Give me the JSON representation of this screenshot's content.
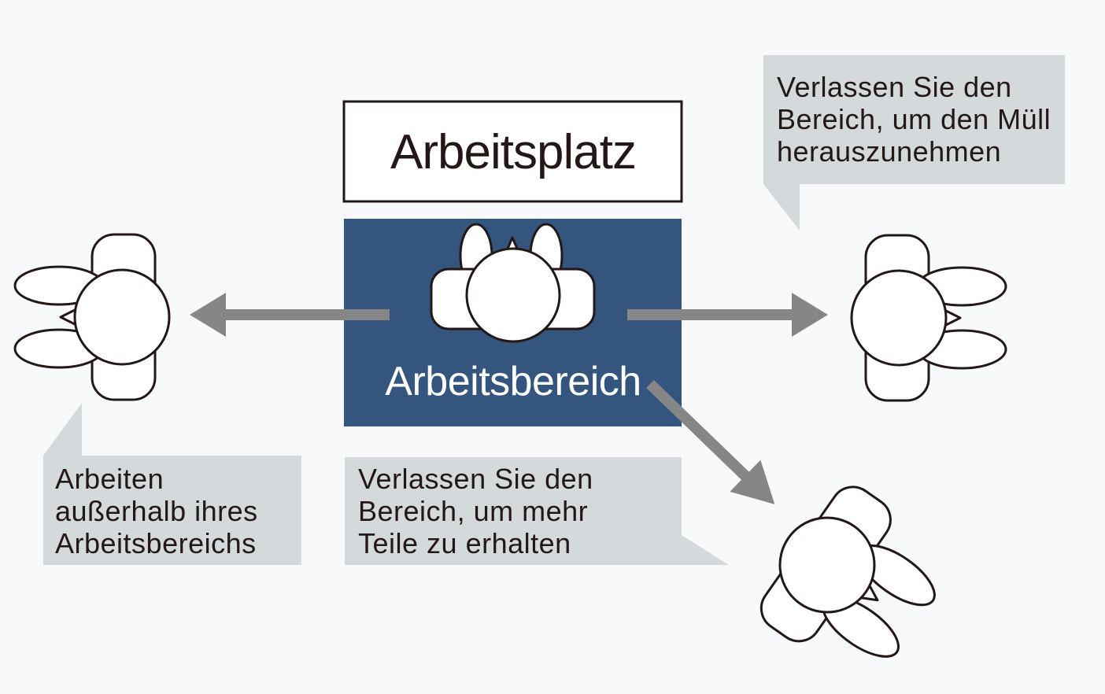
{
  "diagram": {
    "workstation_label": "Arbeitsplatz",
    "work_area_label": "Arbeitsbereich",
    "callouts": {
      "trash": "Verlassen Sie den\nBereich, um den Müll\nherauszunehmen",
      "outside": "Arbeiten\naußerhalb ihres\nArbeitsbereichs",
      "parts": "Verlassen Sie den\nBereich, um mehr\nTeile zu erhalten"
    },
    "colors": {
      "background": "#f8f9fb",
      "work_area": "#34557e",
      "callout": "#d4d9dc",
      "arrow": "#868686",
      "outline": "#231815"
    },
    "icons": [
      "worker-icon",
      "arrow-icon",
      "speech-bubble"
    ]
  }
}
